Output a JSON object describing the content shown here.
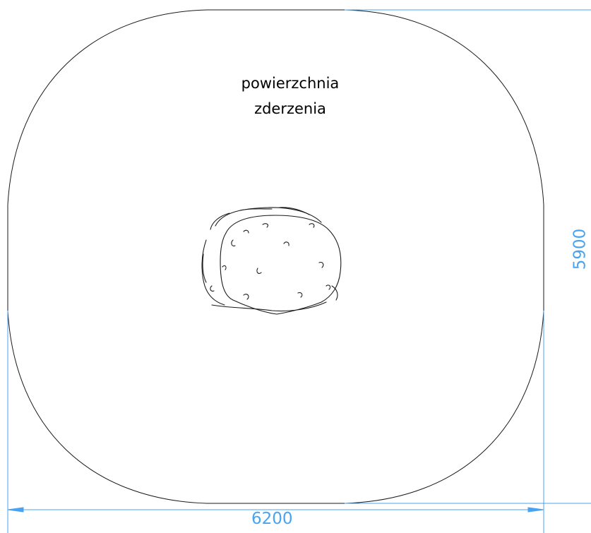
{
  "diagram": {
    "area_label_line1": "powierzchnia",
    "area_label_line2": "zderzenia",
    "width_dimension": "6200",
    "height_dimension": "5900"
  },
  "colors": {
    "outline": "#1a1a1a",
    "dimension": "#4aa3f0",
    "text": "#000000",
    "background": "#ffffff"
  }
}
